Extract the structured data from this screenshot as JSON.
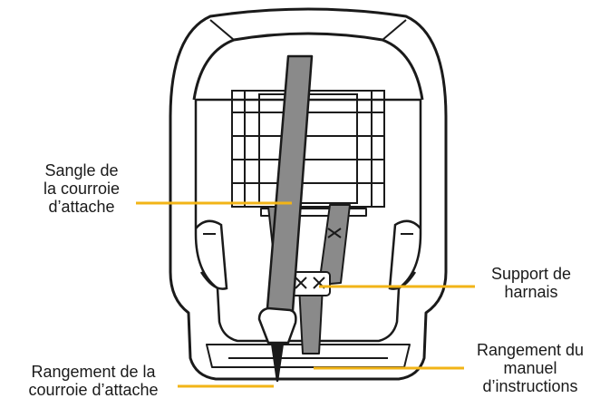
{
  "colors": {
    "outline": "#1a1a1a",
    "strap": "#8a8a8a",
    "leader_line": "#f2b417",
    "background": "#ffffff"
  },
  "callouts": {
    "tether_strap": {
      "lines": [
        "Sangle de",
        "la courroie",
        "d’attache"
      ]
    },
    "harness_holder": {
      "lines": [
        "Support de",
        "harnais"
      ]
    },
    "manual_storage": {
      "lines": [
        "Rangement du",
        "manuel",
        "d’instructions"
      ]
    },
    "tether_storage": {
      "lines": [
        "Rangement de la",
        "courroie d’attache"
      ]
    }
  }
}
